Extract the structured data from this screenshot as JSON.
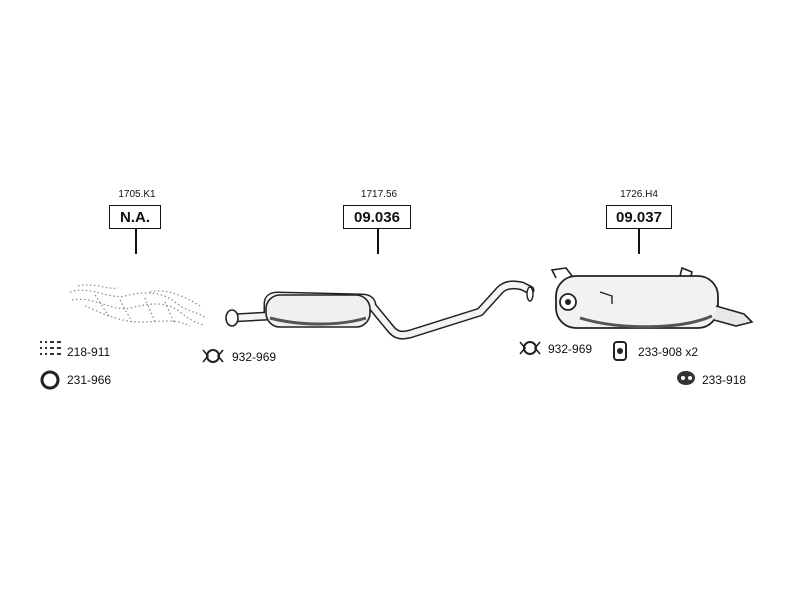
{
  "groups": [
    {
      "ref": "1705.K1",
      "code": "N.A."
    },
    {
      "ref": "1717.56",
      "code": "09.036"
    },
    {
      "ref": "1726.H4",
      "code": "09.037"
    }
  ],
  "parts": {
    "clamp_kit": "218-911",
    "ring": "231-966",
    "clamp_mid": "932-969",
    "clamp_rear": "932-969",
    "mount": "233-908 x2",
    "rubber": "233-918"
  }
}
